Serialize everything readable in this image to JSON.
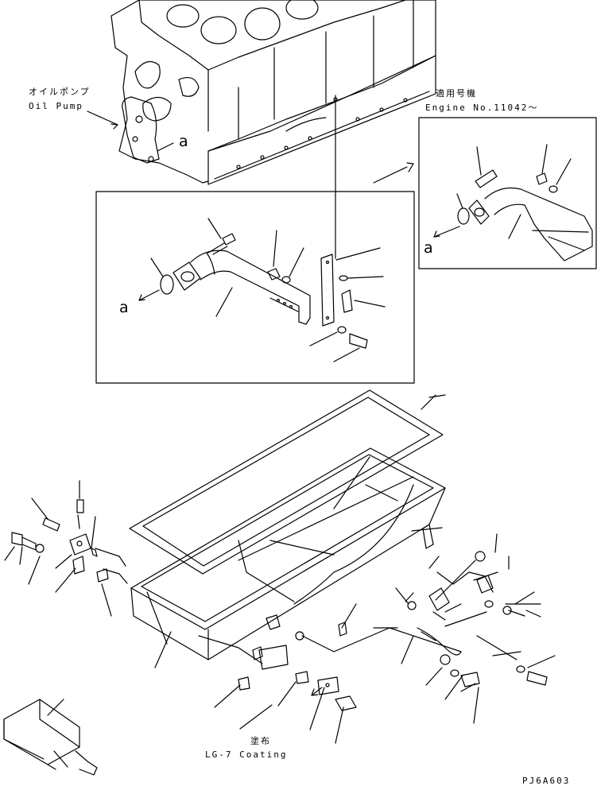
{
  "oil_pump": {
    "label_jp": "オイルポンプ",
    "label_en": "Oil Pump"
  },
  "callout_a": "a",
  "engine_no": {
    "label_jp": "適用号機",
    "label_en": "Engine No.11042～"
  },
  "coating": {
    "label_jp": "塗布",
    "label_en": "LG-7 Coating"
  },
  "drawing_code": "PJ6A603"
}
